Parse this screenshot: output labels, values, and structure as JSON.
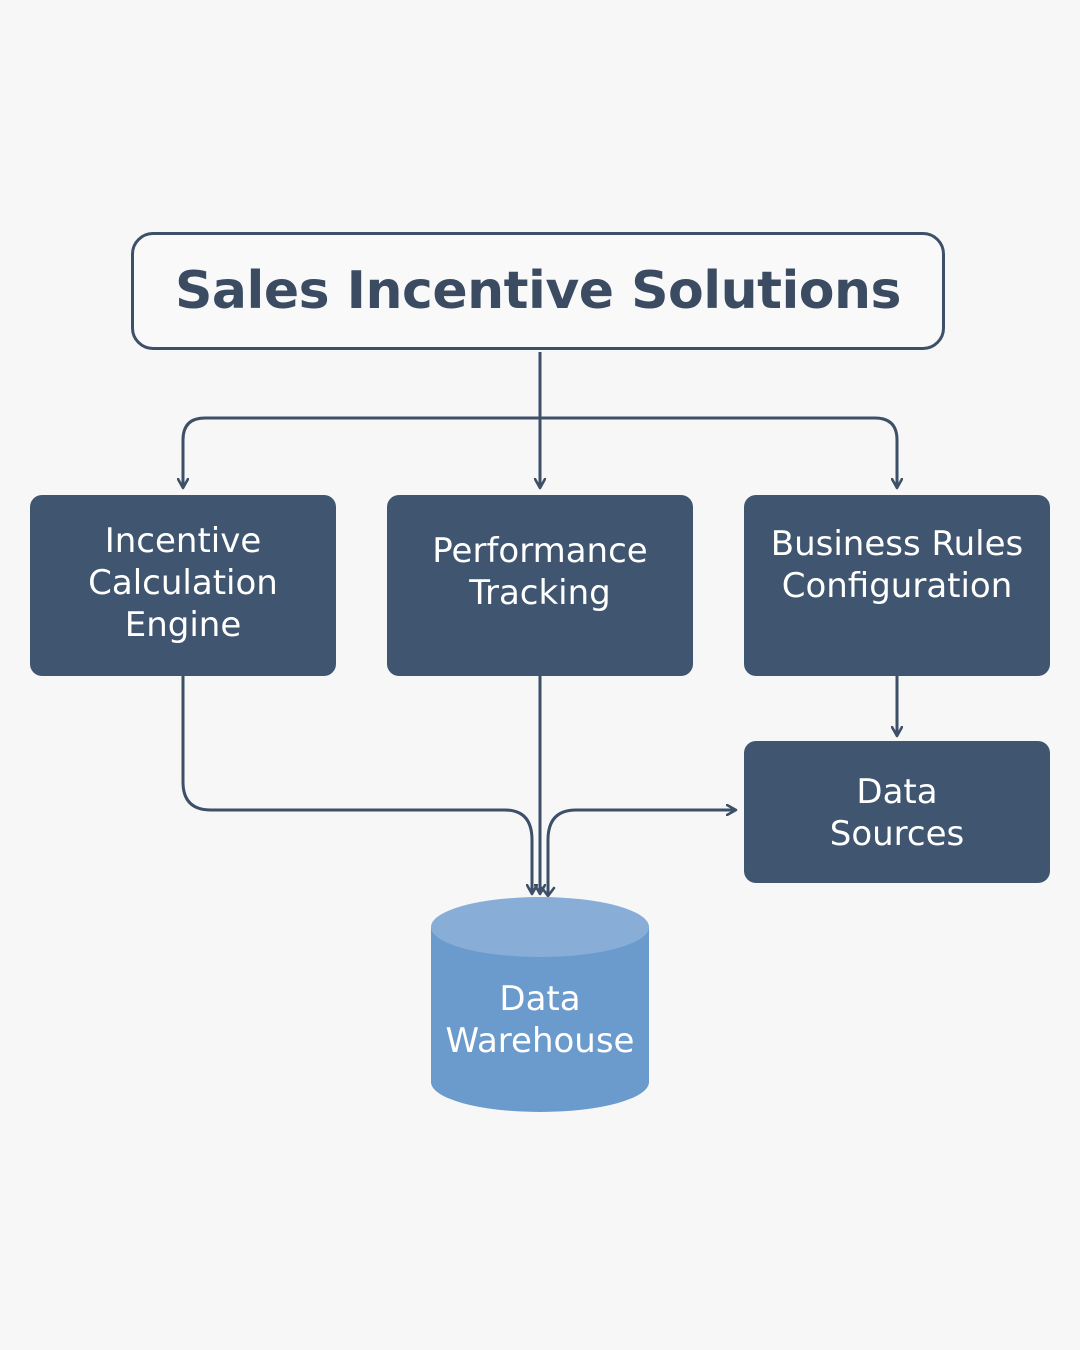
{
  "diagram": {
    "title": "Sales Incentive Solutions",
    "nodes": {
      "incentive_engine": "Incentive\nCalculation\nEngine",
      "performance_tracking": "Performance\nTracking",
      "business_rules": "Business Rules\nConfiguration",
      "data_sources": "Data\nSources",
      "data_warehouse": "Data\nWarehouse"
    },
    "colors": {
      "node_fill": "#40556f",
      "line": "#3d5068",
      "warehouse_fill": "#6b9bcc",
      "warehouse_top": "#88aed8",
      "background": "#f7f7f8"
    }
  }
}
